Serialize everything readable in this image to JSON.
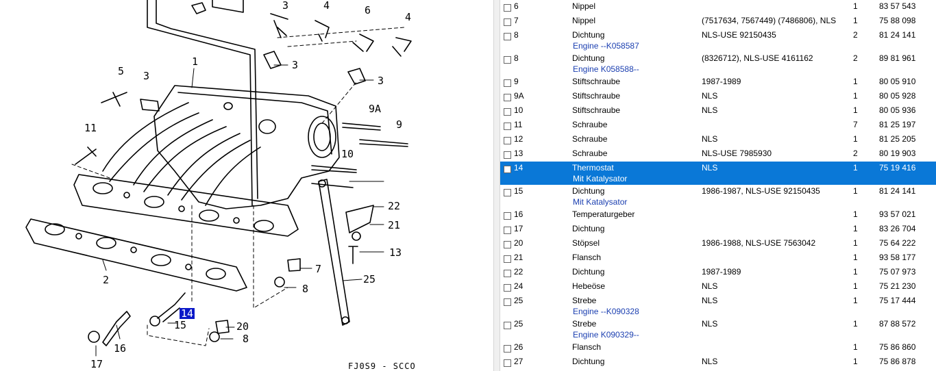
{
  "diagram": {
    "labels": [
      "3",
      "4",
      "6",
      "4",
      "3",
      "5",
      "3",
      "1",
      "3",
      "9A",
      "9",
      "11",
      "10",
      "22",
      "21",
      "13",
      "7",
      "2",
      "8",
      "25",
      "14",
      "15",
      "20",
      "8",
      "17",
      "16"
    ],
    "highlight_label": "14",
    "code": "FJ0S9 - SCCO"
  },
  "parts": [
    {
      "pos": "6",
      "desc": "Nippel",
      "sub": "",
      "note": "",
      "qty": "1",
      "num": "83 57 543"
    },
    {
      "pos": "7",
      "desc": "Nippel",
      "sub": "",
      "note": "(7517634, 7567449) (7486806), NLS",
      "qty": "1",
      "num": "75 88 098"
    },
    {
      "pos": "8",
      "desc": "Dichtung",
      "sub": "Engine --K058587",
      "note": "NLS-USE 92150435",
      "qty": "2",
      "num": "81 24 141"
    },
    {
      "pos": "8",
      "desc": "Dichtung",
      "sub": "Engine K058588--",
      "note": "(8326712), NLS-USE 4161162",
      "qty": "2",
      "num": "89 81 961"
    },
    {
      "pos": "9",
      "desc": "Stiftschraube",
      "sub": "",
      "note": "1987-1989",
      "qty": "1",
      "num": "80 05 910"
    },
    {
      "pos": "9A",
      "desc": "Stiftschraube",
      "sub": "",
      "note": "NLS",
      "qty": "1",
      "num": "80 05 928"
    },
    {
      "pos": "10",
      "desc": "Stiftschraube",
      "sub": "",
      "note": "NLS",
      "qty": "1",
      "num": "80 05 936"
    },
    {
      "pos": "11",
      "desc": "Schraube",
      "sub": "",
      "note": "",
      "qty": "7",
      "num": "81 25 197"
    },
    {
      "pos": "12",
      "desc": "Schraube",
      "sub": "",
      "note": "NLS",
      "qty": "1",
      "num": "81 25 205"
    },
    {
      "pos": "13",
      "desc": "Schraube",
      "sub": "",
      "note": "NLS-USE 7985930",
      "qty": "2",
      "num": "80 19 903"
    },
    {
      "pos": "14",
      "desc": "Thermostat",
      "sub": "Mit Katalysator",
      "note": "NLS",
      "qty": "1",
      "num": "75 19 416",
      "selected": true
    },
    {
      "pos": "15",
      "desc": "Dichtung",
      "sub": "Mit Katalysator",
      "note": "1986-1987, NLS-USE 92150435",
      "qty": "1",
      "num": "81 24 141"
    },
    {
      "pos": "16",
      "desc": "Temperaturgeber",
      "sub": "",
      "note": "",
      "qty": "1",
      "num": "93 57 021"
    },
    {
      "pos": "17",
      "desc": "Dichtung",
      "sub": "",
      "note": "",
      "qty": "1",
      "num": "83 26 704"
    },
    {
      "pos": "20",
      "desc": "Stöpsel",
      "sub": "",
      "note": "1986-1988, NLS-USE 7563042",
      "qty": "1",
      "num": "75 64 222"
    },
    {
      "pos": "21",
      "desc": "Flansch",
      "sub": "",
      "note": "",
      "qty": "1",
      "num": "93 58 177"
    },
    {
      "pos": "22",
      "desc": "Dichtung",
      "sub": "",
      "note": "1987-1989",
      "qty": "1",
      "num": "75 07 973"
    },
    {
      "pos": "24",
      "desc": "Hebeöse",
      "sub": "",
      "note": "NLS",
      "qty": "1",
      "num": "75 21 230"
    },
    {
      "pos": "25",
      "desc": "Strebe",
      "sub": "Engine --K090328",
      "note": "NLS",
      "qty": "1",
      "num": "75 17 444"
    },
    {
      "pos": "25",
      "desc": "Strebe",
      "sub": "Engine K090329--",
      "note": "NLS",
      "qty": "1",
      "num": "87 88 572"
    },
    {
      "pos": "26",
      "desc": "Flansch",
      "sub": "",
      "note": "",
      "qty": "1",
      "num": "75 86 860"
    },
    {
      "pos": "27",
      "desc": "Dichtung",
      "sub": "",
      "note": "NLS",
      "qty": "1",
      "num": "75 86 878"
    }
  ]
}
